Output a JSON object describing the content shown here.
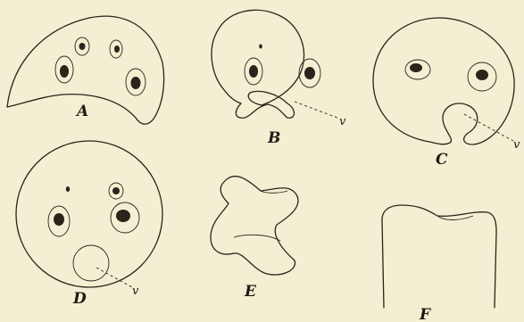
{
  "figures": [
    {
      "id": "A",
      "label": "A"
    },
    {
      "id": "B",
      "label": "B",
      "pointer": "v"
    },
    {
      "id": "C",
      "label": "C",
      "pointer": "v"
    },
    {
      "id": "D",
      "label": "D",
      "pointer": "v"
    },
    {
      "id": "E",
      "label": "E"
    },
    {
      "id": "F",
      "label": "F"
    }
  ]
}
